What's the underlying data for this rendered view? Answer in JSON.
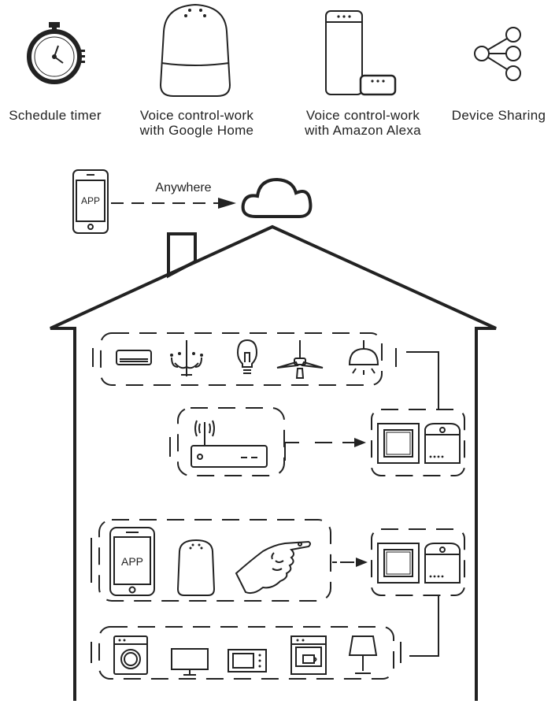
{
  "features": [
    {
      "icon": "stopwatch-icon",
      "lines": [
        "Schedule timer"
      ]
    },
    {
      "icon": "google-home-speaker-icon",
      "lines": [
        "Voice control-work",
        "with Google Home"
      ]
    },
    {
      "icon": "amazon-alexa-speaker-icon",
      "lines": [
        "Voice control-work",
        "with Amazon Alexa"
      ]
    },
    {
      "icon": "share-icon",
      "lines": [
        "Device Sharing"
      ]
    }
  ],
  "remote": {
    "phone_label": "APP",
    "connection_label": "Anywhere",
    "cloud_icon": "cloud-icon"
  },
  "house": {
    "appliance_row_top": [
      "air-conditioner-icon",
      "chandelier-icon",
      "light-bulb-icon",
      "ceiling-fan-icon",
      "pendant-lamp-icon"
    ],
    "router_icon": "wifi-router-icon",
    "local_controls": {
      "phone_label": "APP",
      "items": [
        "smartphone-icon",
        "smart-speaker-icon",
        "pointing-hand-icon"
      ]
    },
    "appliance_row_bottom": [
      "washing-machine-icon",
      "monitor-icon",
      "microwave-icon",
      "coffee-machine-icon",
      "table-lamp-icon"
    ],
    "switch_module_icon": "wall-switch-and-relay-module-icon"
  },
  "colors": {
    "line": "#222222",
    "background": "#ffffff"
  }
}
